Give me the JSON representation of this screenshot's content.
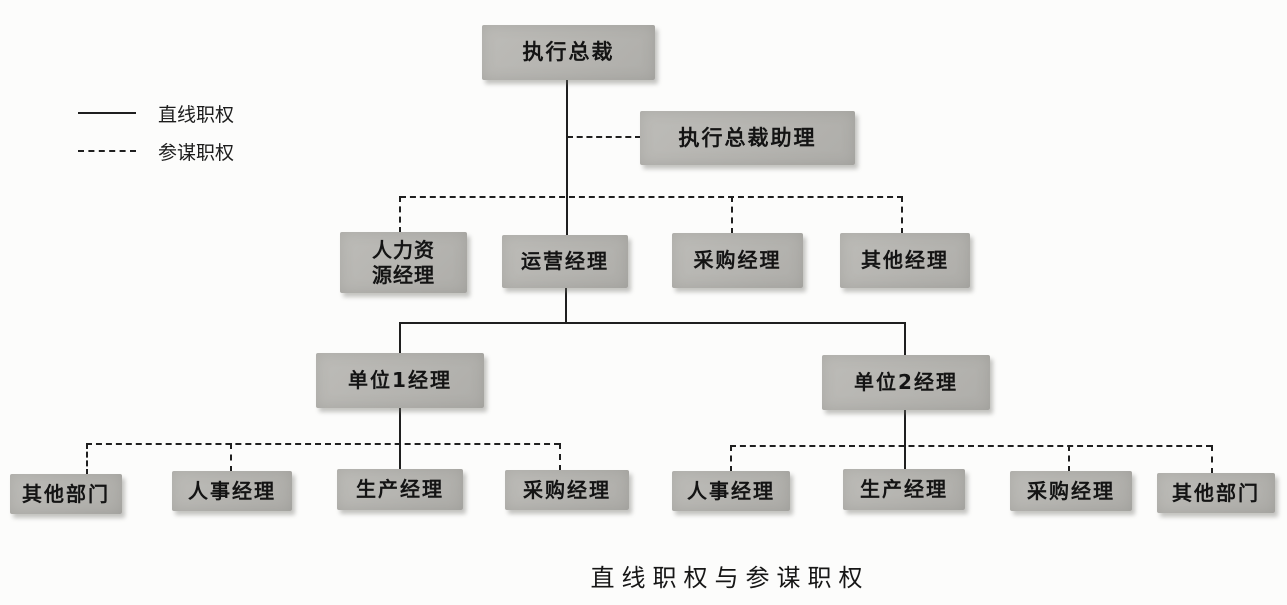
{
  "figure": {
    "caption": "直线职权与参谋职权",
    "legend": [
      {
        "style": "solid",
        "label": "直线职权"
      },
      {
        "style": "dashed",
        "label": "参谋职权"
      }
    ],
    "nodes": {
      "ceo": "执行总裁",
      "assistant": "执行总裁助理",
      "hr_manager": "人力资源经理",
      "operations_manager": "运营经理",
      "purchasing_manager": "采购经理",
      "other_managers": "其他经理",
      "unit1_manager": "单位1经理",
      "unit2_manager": "单位2经理",
      "unit1_other_departments": "其他部门",
      "unit1_personnel_manager": "人事经理",
      "unit1_production_manager": "生产经理",
      "unit1_purchasing_manager": "采购经理",
      "unit2_personnel_manager": "人事经理",
      "unit2_production_manager": "生产经理",
      "unit2_purchasing_manager": "采购经理",
      "unit2_other_departments": "其他部门"
    },
    "colors": {
      "box_fill": "#b5b4b0",
      "line": "#1f1f1f",
      "background": "#fcfcfb",
      "text": "#141414"
    }
  }
}
